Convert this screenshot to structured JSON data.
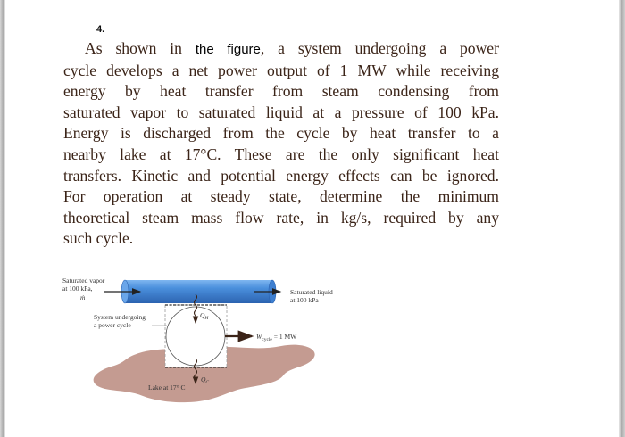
{
  "problem": {
    "number": "4.",
    "lines": [
      {
        "pre": "As shown in ",
        "ref": "the figure",
        "post": ", a system undergoing a power"
      },
      {
        "text": "cycle develops a net power output of 1 MW while receiving"
      },
      {
        "text": "energy by heat transfer from steam condensing from"
      },
      {
        "text": "saturated vapor to saturated liquid at a pressure of 100 kPa."
      },
      {
        "text": "Energy is discharged from the cycle by heat transfer to a"
      },
      {
        "text": "nearby lake at 17°C. These are the only significant heat"
      },
      {
        "text": "transfers. Kinetic and potential energy effects can be ignored."
      },
      {
        "text": "For operation at steady state, determine the minimum"
      },
      {
        "text": "theoretical steam mass flow rate, in kg/s, required by any"
      },
      {
        "text": "such cycle."
      }
    ]
  },
  "figure": {
    "inlet_label_1": "Saturated vapor",
    "inlet_label_2": "at 100 kPa,",
    "inlet_label_3": "ṁ",
    "outlet_label_1": "Saturated liquid",
    "outlet_label_2": "at 100 kPa",
    "system_label_1": "System undergoing",
    "system_label_2": "a power cycle",
    "heat_in_label": "Q",
    "heat_in_sub": "H",
    "heat_out_label": "Q",
    "heat_out_sub": "C",
    "work_label": "W",
    "work_sub": "cycle",
    "work_value": " = 1 MW",
    "lake_label": "Lake at 17° C",
    "colors": {
      "pipe": "#4a8fdc",
      "pipe_dark": "#2f6fbf",
      "lake": "#c49b91",
      "text": "#3b2418"
    }
  }
}
